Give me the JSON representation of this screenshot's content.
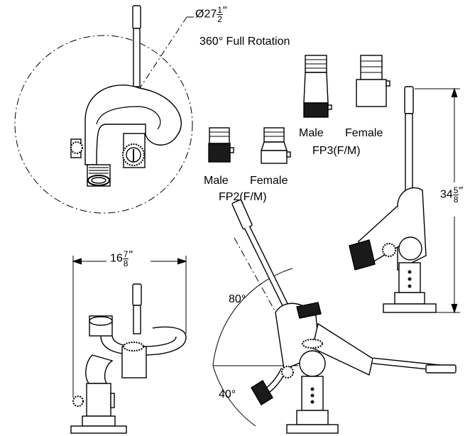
{
  "dimensions": {
    "rotation_diameter": {
      "prefix": "Ø27",
      "num": "1",
      "den": "2",
      "unit": "\""
    },
    "rotation_label": "360° Full Rotation",
    "width": {
      "whole": "16",
      "num": "7",
      "den": "8",
      "unit": "\""
    },
    "height": {
      "whole": "34",
      "num": "5",
      "den": "8",
      "unit": "\""
    },
    "angle_up": "80°",
    "angle_down": "40°"
  },
  "fittings": {
    "fp3": {
      "male": "Male",
      "female": "Female",
      "caption": "FP3(F/M)"
    },
    "fp2": {
      "male": "Male",
      "female": "Female",
      "caption": "FP2(F/M)"
    }
  },
  "colors": {
    "line": "#000000",
    "hatch": "#1a1a1a",
    "background": "#ffffff"
  }
}
